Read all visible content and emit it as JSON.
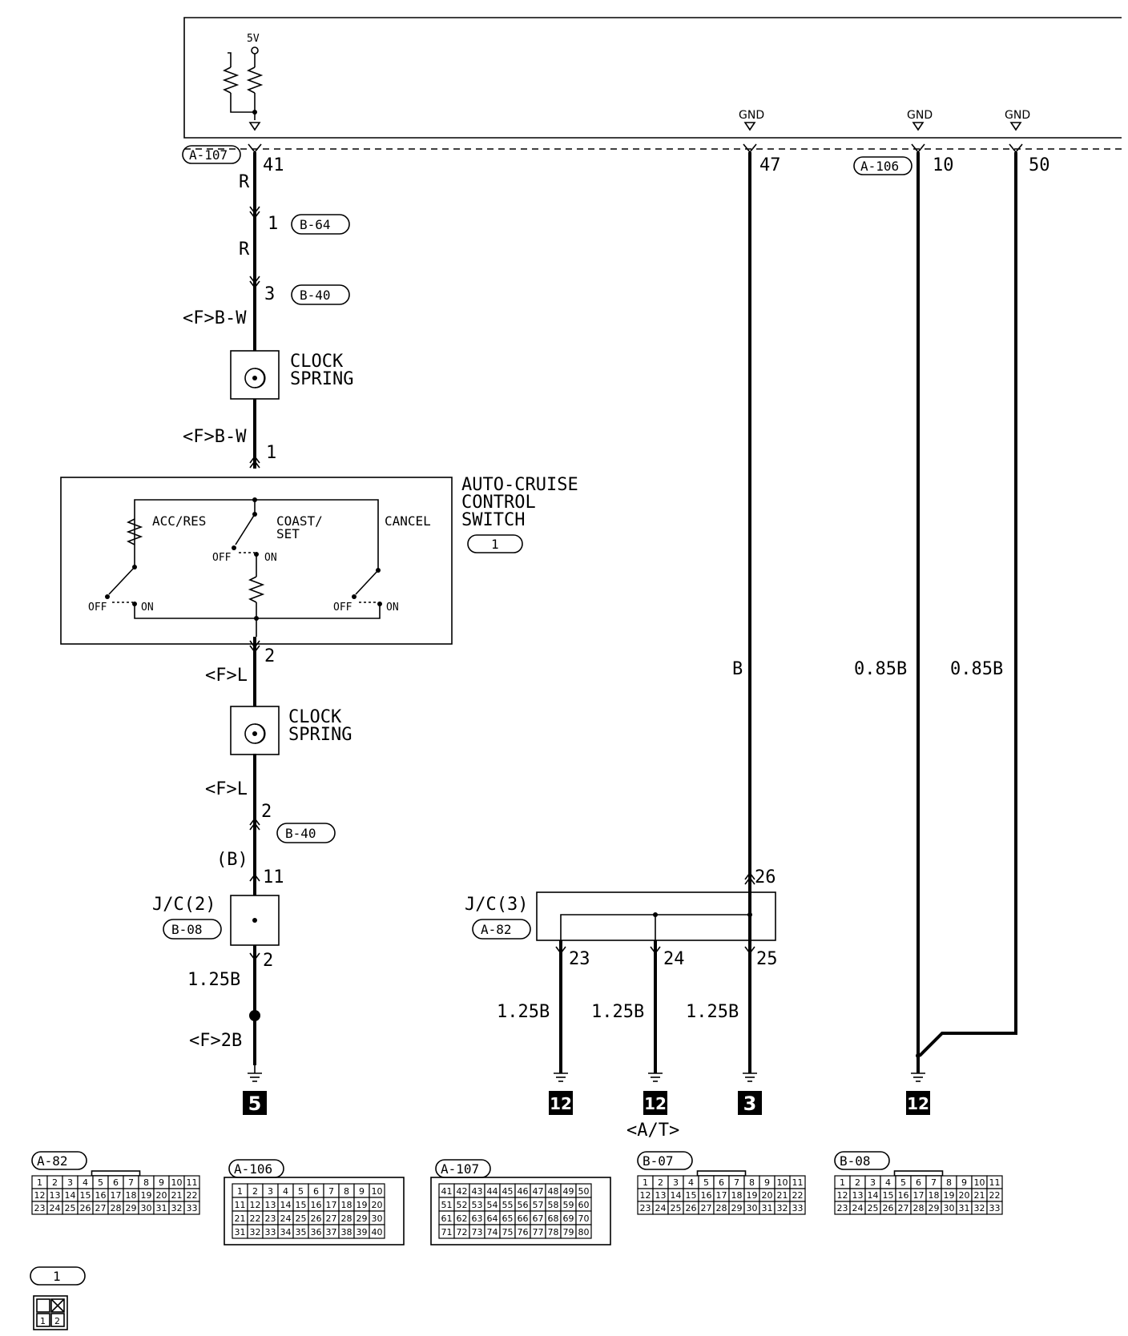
{
  "ecu": {
    "supply": "5V",
    "gnd_labels": [
      "GND",
      "GND",
      "GND"
    ]
  },
  "connectors": {
    "a107": "A-107",
    "a106": "A-106",
    "b64": "B-64",
    "b40_top": "B-40",
    "b40_bottom": "B-40",
    "b08": "B-08",
    "a82": "A-82"
  },
  "pins": {
    "p41": "41",
    "p47": "47",
    "p10": "10",
    "p50": "50",
    "b64_pin": "1",
    "b40_pin": "3",
    "sw_in": "1",
    "sw_out": "2",
    "b40_low": "2",
    "jc2_in": "11",
    "jc2_out": "2",
    "jc3_in": "26",
    "jc3_23": "23",
    "jc3_24": "24",
    "jc3_25": "25"
  },
  "wires": {
    "r1": "R",
    "r2": "R",
    "bw1": "<F>B-W",
    "bw2": "<F>B-W",
    "l1": "<F>L",
    "l2": "<F>L",
    "b_paren": "(B)",
    "b_main": "B",
    "w085a": "0.85B",
    "w085b": "0.85B",
    "w125_left": "1.25B",
    "w125_a": "1.25B",
    "w125_b": "1.25B",
    "w125_c": "1.25B",
    "f2b": "<F>2B"
  },
  "components": {
    "clock_spring_1": [
      "CLOCK",
      "SPRING"
    ],
    "clock_spring_2": [
      "CLOCK",
      "SPRING"
    ],
    "switch_title": [
      "AUTO-CRUISE",
      "CONTROL",
      "SWITCH"
    ],
    "switch_badge": "1",
    "acc_res": "ACC/RES",
    "coast_set": [
      "COAST/",
      "SET"
    ],
    "cancel": "CANCEL",
    "off": "OFF",
    "on": "ON",
    "jc2": "J/C(2)",
    "jc3": "J/C(3)"
  },
  "grounds": [
    "5",
    "12",
    "12",
    "3",
    "12"
  ],
  "at_label": "<A/T>",
  "connector_views": [
    {
      "id": "A-82",
      "rows": [
        [
          "1",
          "2",
          "3",
          "4",
          "5",
          "6",
          "7",
          "8",
          "9",
          "10",
          "11"
        ],
        [
          "12",
          "13",
          "14",
          "15",
          "16",
          "17",
          "18",
          "19",
          "20",
          "21",
          "22"
        ],
        [
          "23",
          "24",
          "25",
          "26",
          "27",
          "28",
          "29",
          "30",
          "31",
          "32",
          "33"
        ]
      ]
    },
    {
      "id": "A-106",
      "rows": [
        [
          "1",
          "2",
          "3",
          "4",
          "5",
          "6",
          "7",
          "8",
          "9",
          "10"
        ],
        [
          "11",
          "12",
          "13",
          "14",
          "15",
          "16",
          "17",
          "18",
          "19",
          "20"
        ],
        [
          "21",
          "22",
          "23",
          "24",
          "25",
          "26",
          "27",
          "28",
          "29",
          "30"
        ],
        [
          "31",
          "32",
          "33",
          "34",
          "35",
          "36",
          "37",
          "38",
          "39",
          "40"
        ]
      ]
    },
    {
      "id": "A-107",
      "rows": [
        [
          "41",
          "42",
          "43",
          "44",
          "45",
          "46",
          "47",
          "48",
          "49",
          "50"
        ],
        [
          "51",
          "52",
          "53",
          "54",
          "55",
          "56",
          "57",
          "58",
          "59",
          "60"
        ],
        [
          "61",
          "62",
          "63",
          "64",
          "65",
          "66",
          "67",
          "68",
          "69",
          "70"
        ],
        [
          "71",
          "72",
          "73",
          "74",
          "75",
          "76",
          "77",
          "78",
          "79",
          "80"
        ]
      ]
    },
    {
      "id": "B-07",
      "rows": [
        [
          "1",
          "2",
          "3",
          "4",
          "5",
          "6",
          "7",
          "8",
          "9",
          "10",
          "11"
        ],
        [
          "12",
          "13",
          "14",
          "15",
          "16",
          "17",
          "18",
          "19",
          "20",
          "21",
          "22"
        ],
        [
          "23",
          "24",
          "25",
          "26",
          "27",
          "28",
          "29",
          "30",
          "31",
          "32",
          "33"
        ]
      ]
    },
    {
      "id": "B-08",
      "rows": [
        [
          "1",
          "2",
          "3",
          "4",
          "5",
          "6",
          "7",
          "8",
          "9",
          "10",
          "11"
        ],
        [
          "12",
          "13",
          "14",
          "15",
          "16",
          "17",
          "18",
          "19",
          "20",
          "21",
          "22"
        ],
        [
          "23",
          "24",
          "25",
          "26",
          "27",
          "28",
          "29",
          "30",
          "31",
          "32",
          "33"
        ]
      ]
    }
  ],
  "legend_badge": "1",
  "legend_pins": [
    "1",
    "2"
  ]
}
